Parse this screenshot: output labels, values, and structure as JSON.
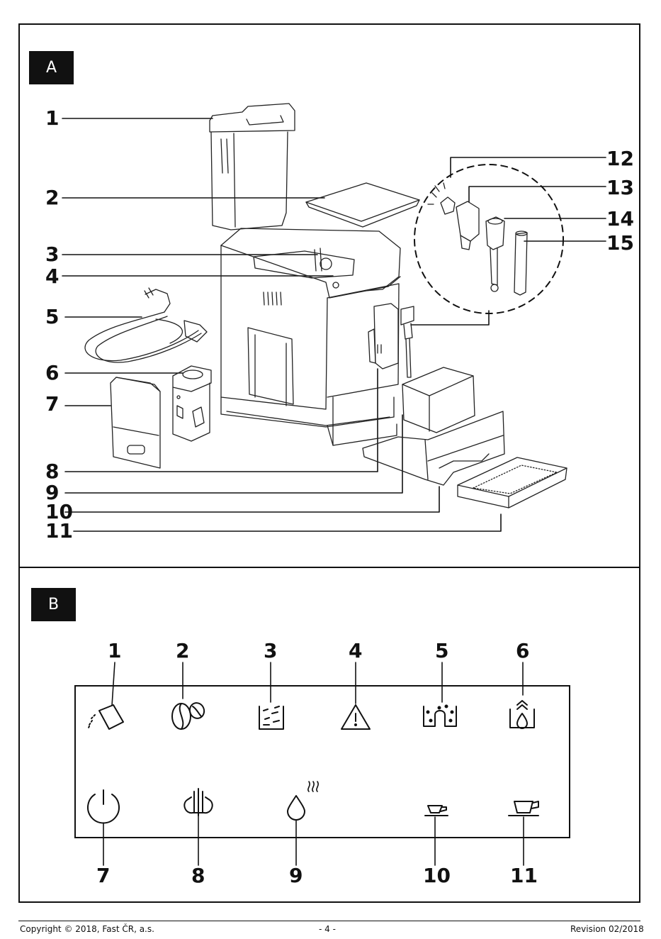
{
  "section_a": {
    "label": "A",
    "callouts": [
      "1",
      "2",
      "3",
      "4",
      "5",
      "6",
      "7",
      "8",
      "9",
      "10",
      "11",
      "12",
      "13",
      "14",
      "15"
    ]
  },
  "section_b": {
    "label": "B",
    "top_numbers": [
      "1",
      "2",
      "3",
      "4",
      "5",
      "6"
    ],
    "bottom_numbers": [
      "7",
      "8",
      "9",
      "10",
      "11"
    ],
    "icons_top": [
      "pour-cup-icon",
      "coffee-beans-icon",
      "grounds-container-icon",
      "warning-icon",
      "descale-icon",
      "water-tank-refill-icon"
    ],
    "icons_bottom": [
      "power-icon",
      "steam-icon",
      "hot-water-icon",
      "small-cup-icon",
      "large-cup-icon"
    ]
  },
  "footer": {
    "copyright": "Copyright © 2018, Fast ČR, a.s.",
    "page": "- 4 -",
    "revision": "Revision 02/2018"
  }
}
